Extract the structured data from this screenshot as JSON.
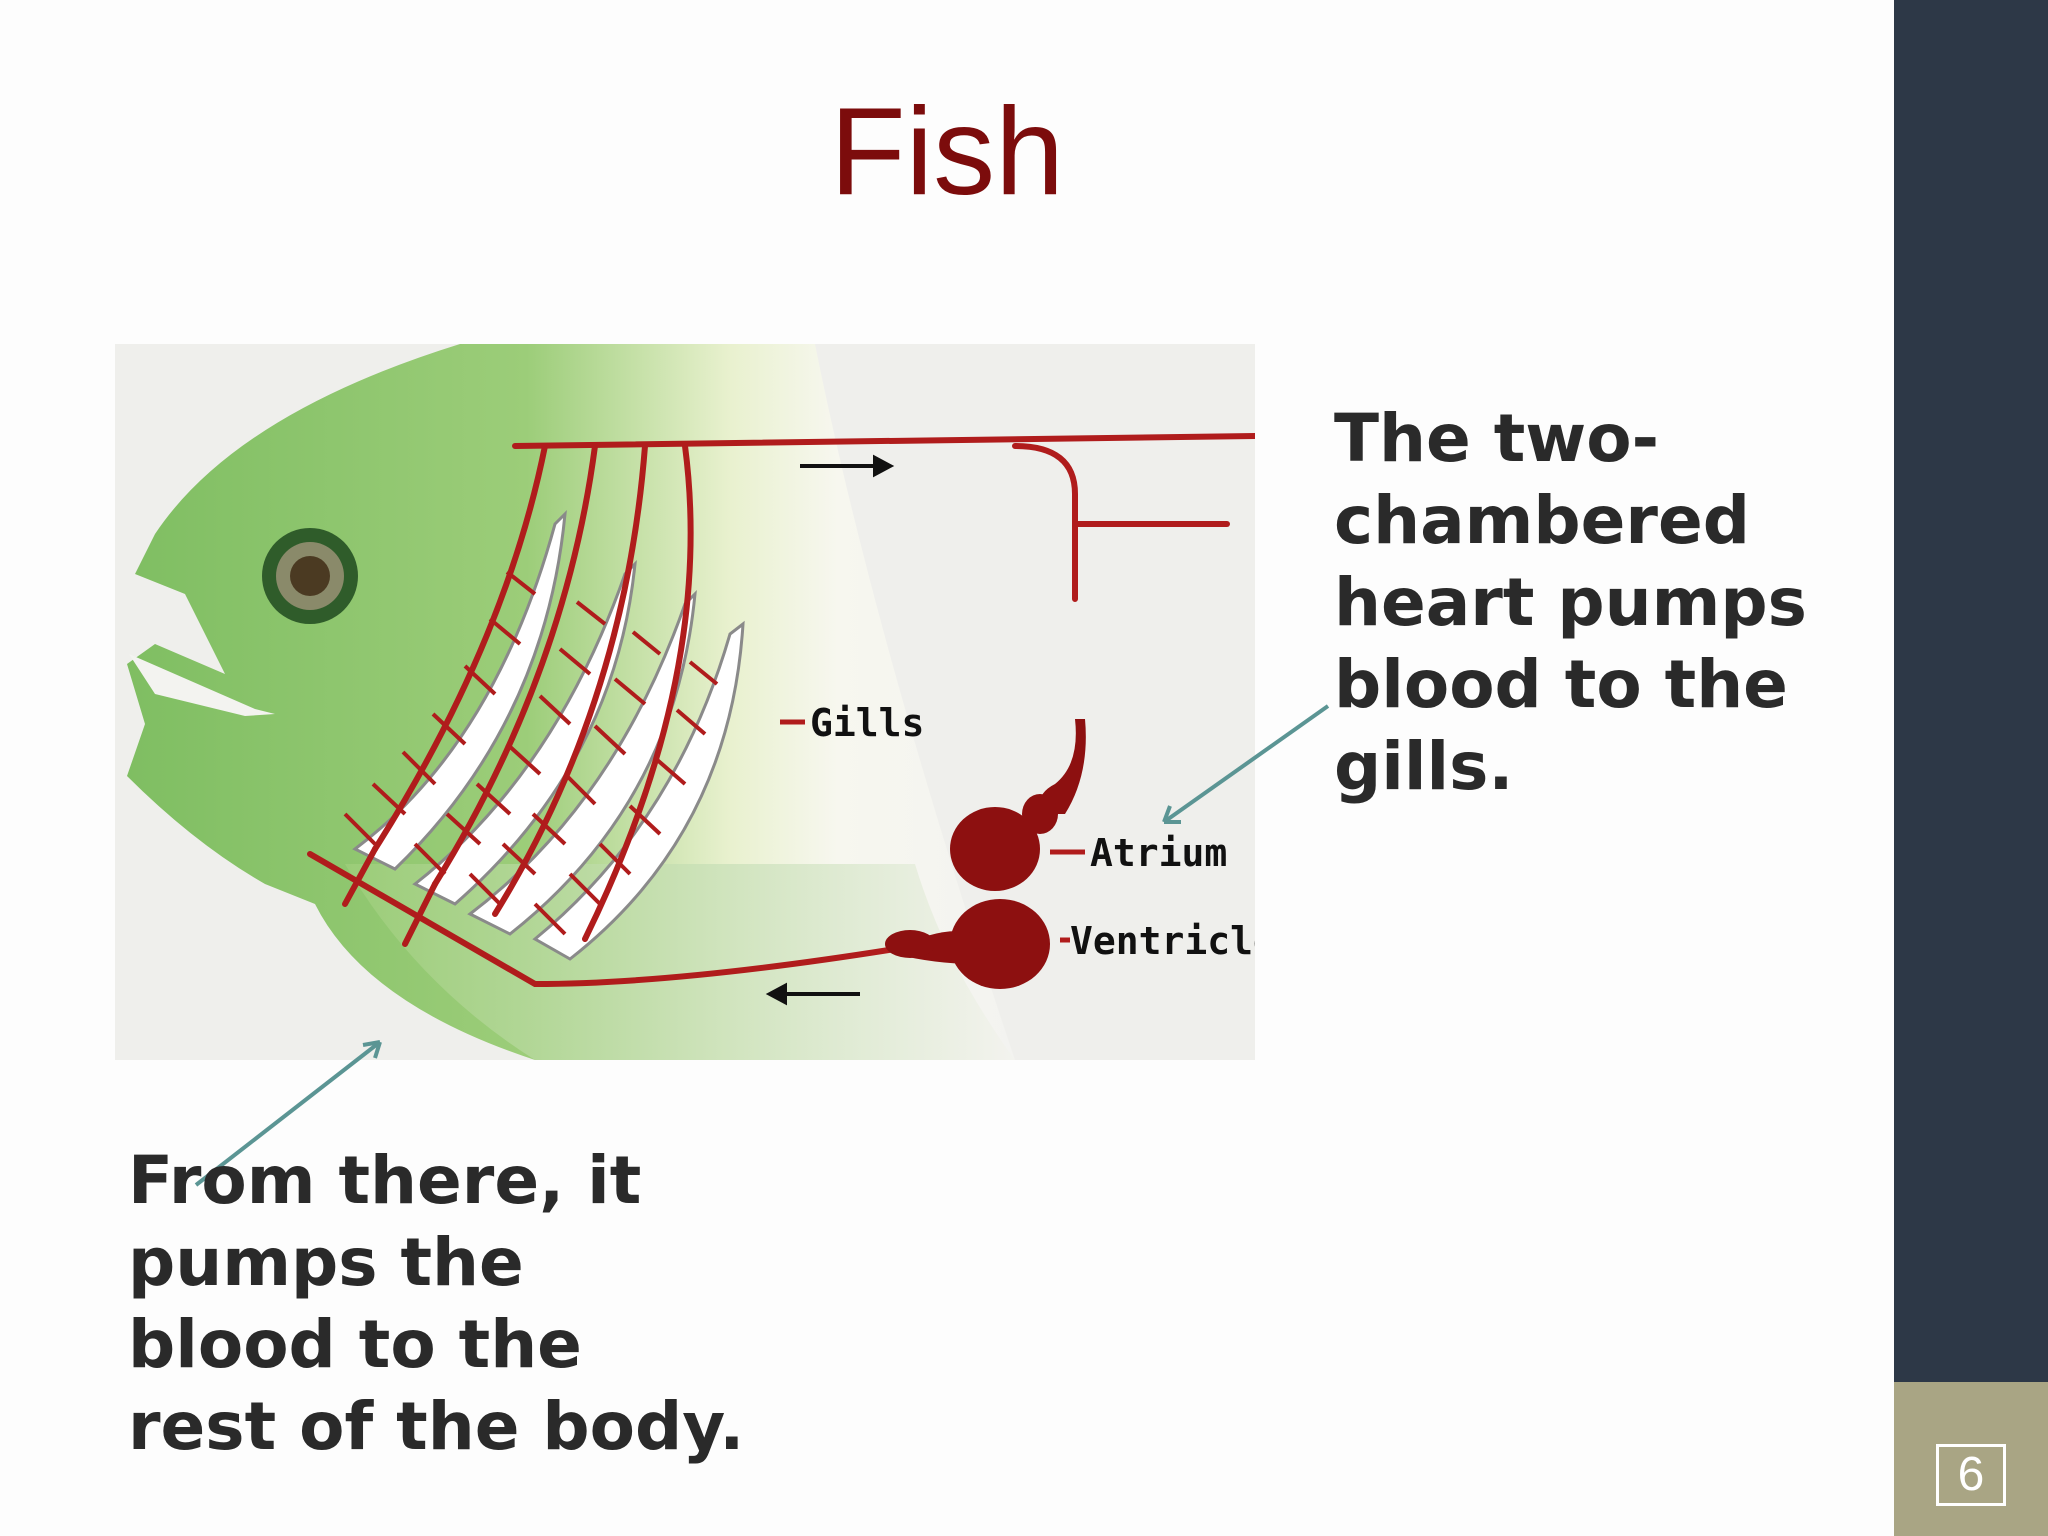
{
  "slide": {
    "title": "Fish",
    "page_number": "6"
  },
  "diagram": {
    "labels": {
      "gills": "Gills",
      "atrium": "Atrium",
      "ventricle": "Ventricle"
    }
  },
  "callouts": {
    "right": "The two-chambered heart pumps blood to the gills.",
    "left": "From there, it pumps the blood to the rest of the body."
  },
  "colors": {
    "title": "#7c0c0c",
    "sidebar": "#2d3847",
    "page_box": "#a9a584",
    "vessel": "#b01c1c",
    "fish_body": "#8cc46e",
    "callout_arrow": "#5b9594"
  }
}
